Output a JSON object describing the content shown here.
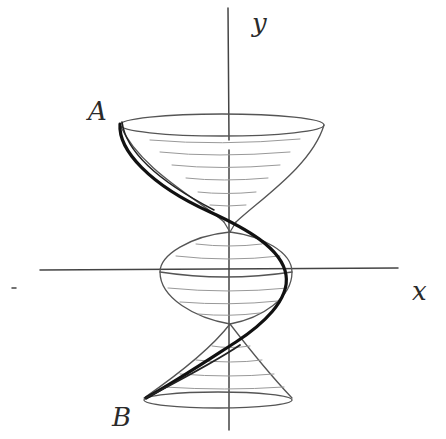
{
  "diagram": {
    "labels": [
      "y",
      "A",
      "x",
      "B"
    ]
  }
}
